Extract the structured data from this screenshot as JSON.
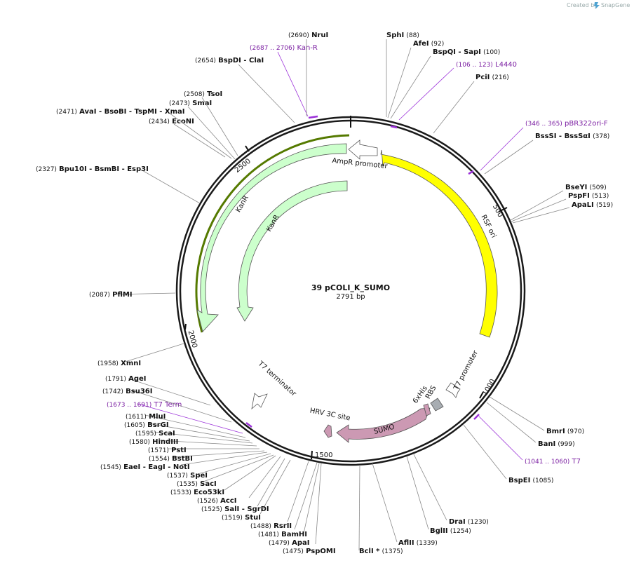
{
  "header": {
    "credit": "Created by",
    "brand": "SnapGene"
  },
  "plasmid": {
    "name": "39 pCOLI_K_SUMO",
    "length": "2791 bp"
  },
  "colors": {
    "ori": "#ffff00",
    "kan": "#ccffcc",
    "sumo": "#cc99b3",
    "primer": "#9b30d9",
    "white": "#ffffff",
    "rbs": "#a8adb2",
    "kanHighlight": "#557a00"
  },
  "ticks": [
    "500",
    "1000",
    "1500",
    "2000",
    "2500"
  ],
  "features": [
    {
      "label": "AmpR promoter"
    },
    {
      "label": "RSF ori"
    },
    {
      "label": "KanR"
    },
    {
      "label": "KanR"
    },
    {
      "label": "T7 promoter"
    },
    {
      "label": "RBS"
    },
    {
      "label": "6xHis"
    },
    {
      "label": "SUMO"
    },
    {
      "label": "HRV 3C site"
    },
    {
      "label": "T7 terminator"
    }
  ],
  "sites": [
    {
      "pos": "(88)",
      "name": "SphI"
    },
    {
      "pos": "(92)",
      "name": "AfeI"
    },
    {
      "pos": "(100)",
      "name": "BspQI   - SapI"
    },
    {
      "pos": "(106 .. 123)",
      "name": "L4440"
    },
    {
      "pos": "(216)",
      "name": "PciI"
    },
    {
      "pos": "(346 .. 365)",
      "name": "pBR322ori-F"
    },
    {
      "pos": "(378)",
      "name": "BssSI   - BssSαI"
    },
    {
      "pos": "(509)",
      "name": "BseYI"
    },
    {
      "pos": "(513)",
      "name": "PspFI"
    },
    {
      "pos": "(519)",
      "name": "ApaLI"
    },
    {
      "pos": "(970)",
      "name": "BmrI"
    },
    {
      "pos": "(999)",
      "name": "BanI"
    },
    {
      "pos": "(1041 .. 1060)",
      "name": "T7"
    },
    {
      "pos": "(1085)",
      "name": "BspEI"
    },
    {
      "pos": "(1230)",
      "name": "DraI"
    },
    {
      "pos": "(1254)",
      "name": "BglII"
    },
    {
      "pos": "(1339)",
      "name": "AflII"
    },
    {
      "pos": "(1375)",
      "name": "BclI *"
    },
    {
      "pos": "(1475)",
      "name": "PspOMI"
    },
    {
      "pos": "(1479)",
      "name": "ApaI"
    },
    {
      "pos": "(1481)",
      "name": "BamHI"
    },
    {
      "pos": "(1488)",
      "name": "RsrII"
    },
    {
      "pos": "(1519)",
      "name": "StuI"
    },
    {
      "pos": "(1525)",
      "name": "SalI   - SgrDI"
    },
    {
      "pos": "(1526)",
      "name": "AccI"
    },
    {
      "pos": "(1533)",
      "name": "Eco53kI"
    },
    {
      "pos": "(1535)",
      "name": "SacI"
    },
    {
      "pos": "(1537)",
      "name": "SpeI"
    },
    {
      "pos": "(1545)",
      "name": "EaeI   - EagI   - NotI"
    },
    {
      "pos": "(1554)",
      "name": "BstBI"
    },
    {
      "pos": "(1571)",
      "name": "PstI"
    },
    {
      "pos": "(1580)",
      "name": "HindIII"
    },
    {
      "pos": "(1595)",
      "name": "ScaI"
    },
    {
      "pos": "(1605)",
      "name": "BsrGI"
    },
    {
      "pos": "(1611)",
      "name": "MluI"
    },
    {
      "pos": "(1673 .. 1691)",
      "name": "T7 Term"
    },
    {
      "pos": "(1742)",
      "name": "Bsu36I"
    },
    {
      "pos": "(1791)",
      "name": "AgeI"
    },
    {
      "pos": "(1958)",
      "name": "XmnI"
    },
    {
      "pos": "(2087)",
      "name": "PflMI"
    },
    {
      "pos": "(2327)",
      "name": "Bpu10I   - BsmBI   - Esp3I"
    },
    {
      "pos": "(2434)",
      "name": "EcoNI"
    },
    {
      "pos": "(2471)",
      "name": "AvaI   - BsoBI   - TspMI   - XmaI"
    },
    {
      "pos": "(2473)",
      "name": "SmaI"
    },
    {
      "pos": "(2508)",
      "name": "TsoI"
    },
    {
      "pos": "(2654)",
      "name": "BspDI   - ClaI"
    },
    {
      "pos": "(2687 .. 2706)",
      "name": "Kan-R"
    },
    {
      "pos": "(2690)",
      "name": "NruI"
    }
  ]
}
